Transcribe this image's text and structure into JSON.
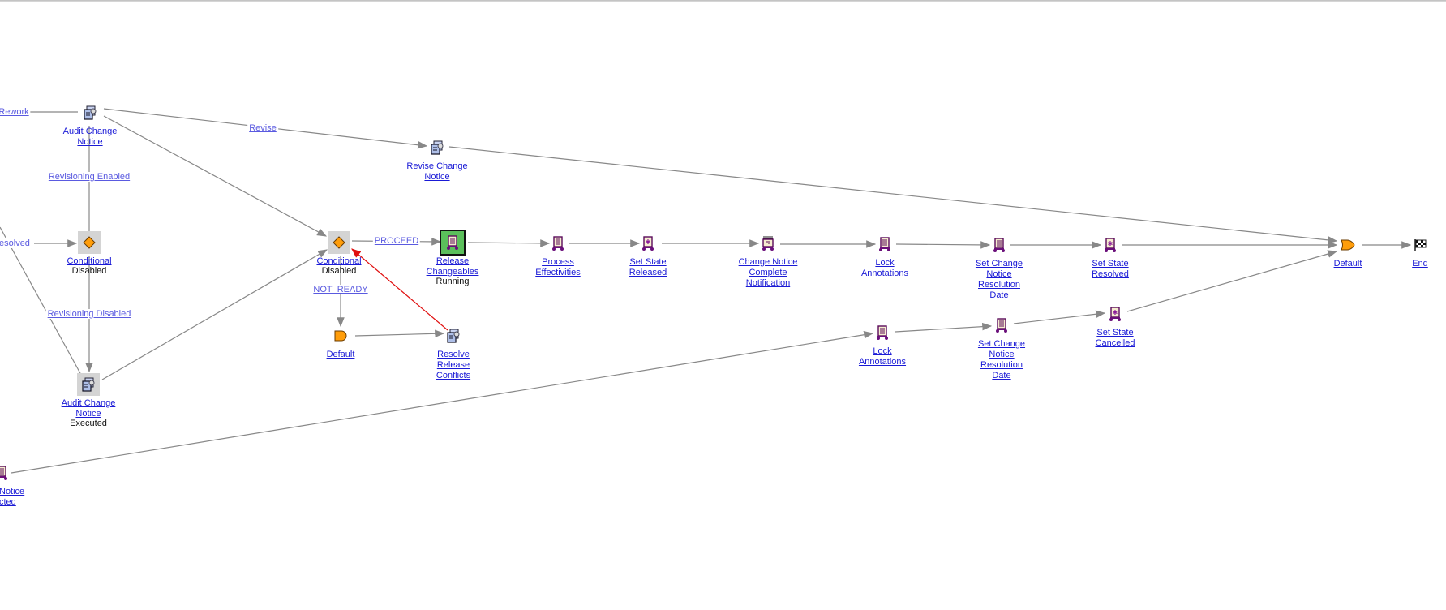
{
  "colors": {
    "link": "#1a1ad6",
    "edge": "#888888",
    "error_edge": "#e01010",
    "running": "#5bbf5b",
    "gate": "#ff9d0a"
  },
  "nodes": [
    {
      "id": "audit1",
      "label": "Audit Change\nNotice",
      "status": "",
      "icon": "activity-document-icon"
    },
    {
      "id": "cond1",
      "label": "Conditional",
      "status": "Disabled",
      "icon": "conditional-diamond-icon"
    },
    {
      "id": "audit2",
      "label": "Audit Change\nNotice",
      "status": "Executed",
      "icon": "activity-document-icon"
    },
    {
      "id": "cond2",
      "label": "Conditional",
      "status": "Disabled",
      "icon": "conditional-diamond-icon"
    },
    {
      "id": "release",
      "label": "Release\nChangeables",
      "status": "Running",
      "icon": "robot-document-icon"
    },
    {
      "id": "default1",
      "label": "Default",
      "status": "",
      "icon": "and-gate-icon"
    },
    {
      "id": "resolve",
      "label": "Resolve\nRelease\nConflicts",
      "status": "",
      "icon": "activity-document-icon"
    },
    {
      "id": "revise",
      "label": "Revise Change\nNotice",
      "status": "",
      "icon": "activity-document-icon"
    },
    {
      "id": "process",
      "label": "Process\nEffectivities",
      "status": "",
      "icon": "robot-document-icon"
    },
    {
      "id": "released",
      "label": "Set State\nReleased",
      "status": "",
      "icon": "set-state-icon"
    },
    {
      "id": "notify",
      "label": "Change Notice\nComplete\nNotification",
      "status": "",
      "icon": "notification-robot-icon"
    },
    {
      "id": "lock1",
      "label": "Lock\nAnnotations",
      "status": "",
      "icon": "robot-document-icon"
    },
    {
      "id": "resdate1",
      "label": "Set Change\nNotice\nResolution\nDate",
      "status": "",
      "icon": "robot-document-icon"
    },
    {
      "id": "resolved",
      "label": "Set State\nResolved",
      "status": "",
      "icon": "set-state-icon"
    },
    {
      "id": "default2",
      "label": "Default",
      "status": "",
      "icon": "or-gate-icon"
    },
    {
      "id": "end",
      "label": "End",
      "status": "",
      "icon": "checkered-flag-icon"
    },
    {
      "id": "lock2",
      "label": "Lock\nAnnotations",
      "status": "",
      "icon": "robot-document-icon"
    },
    {
      "id": "resdate2",
      "label": "Set Change\nNotice\nResolution\nDate",
      "status": "",
      "icon": "robot-document-icon"
    },
    {
      "id": "cancelled",
      "label": "Set State\nCancelled",
      "status": "",
      "icon": "set-state-icon"
    },
    {
      "id": "rejected",
      "label": "Notice\ncted",
      "status": "",
      "icon": "robot-document-icon"
    }
  ],
  "edge_labels": {
    "rework": "Rework",
    "resolved": "Resolved",
    "revise": "Revise",
    "rev_enabled": "Revisioning Enabled",
    "rev_disabled": "Revisioning Disabled",
    "proceed": "PROCEED",
    "not_ready": "NOT_READY"
  }
}
